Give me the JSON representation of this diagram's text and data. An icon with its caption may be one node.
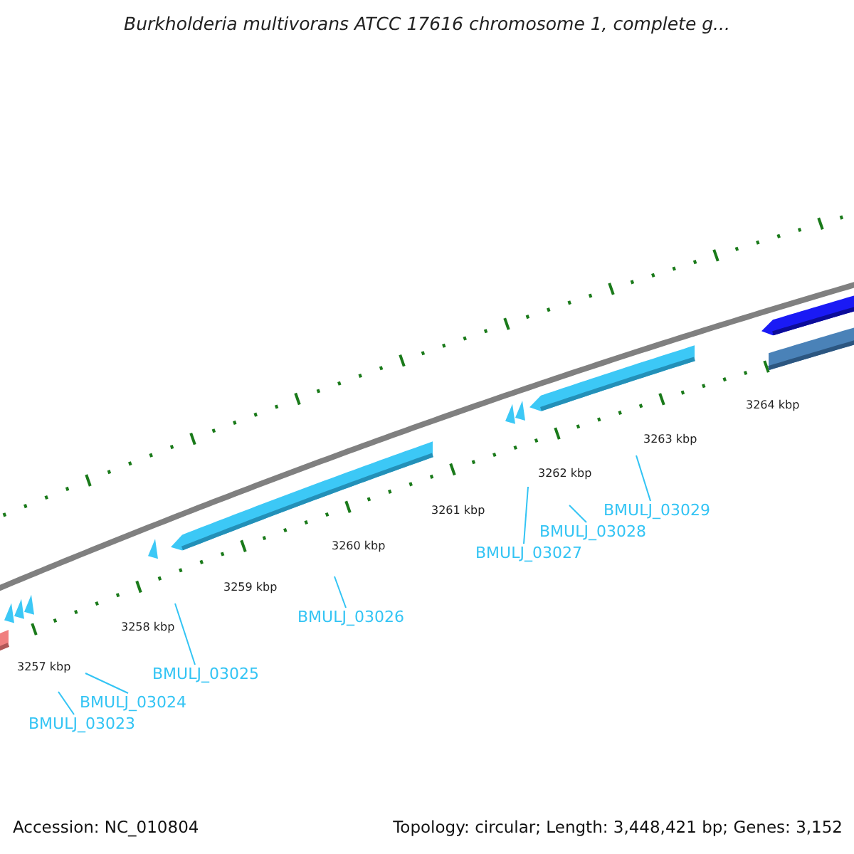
{
  "diagram": {
    "title": "Burkholderia multivorans ATCC 17616 chromosome 1, complete g...",
    "nodes": [
      {
        "text": [
          "BMULJ_03023"
        ]
      },
      {
        "text": [
          "BMULJ_03024"
        ]
      },
      {
        "text": [
          "BMULJ_03025"
        ]
      },
      {
        "text": [
          "BMULJ_03026"
        ]
      },
      {
        "text": [
          "BMULJ_03027"
        ]
      },
      {
        "text": [
          "BMULJ_03028"
        ]
      },
      {
        "text": [
          "BMULJ_03029"
        ]
      }
    ],
    "edges": [
      {
        "from": 0,
        "to": null,
        "arrow": "none"
      },
      {
        "from": 1,
        "to": null,
        "arrow": "none"
      },
      {
        "from": 2,
        "to": null,
        "arrow": "none"
      },
      {
        "from": 3,
        "to": null,
        "arrow": "none"
      },
      {
        "from": 4,
        "to": null,
        "arrow": "none"
      },
      {
        "from": 5,
        "to": null,
        "arrow": "none"
      },
      {
        "from": 6,
        "to": null,
        "arrow": "none"
      }
    ],
    "labels": [
      "3257 kbp",
      "3258 kbp",
      "3259 kbp",
      "3260 kbp",
      "3261 kbp",
      "3262 kbp",
      "3263 kbp",
      "3264 kbp",
      "Accession: NC_010804",
      "Topology: circular; Length: 3,448,421 bp; Genes: 3,152"
    ]
  }
}
